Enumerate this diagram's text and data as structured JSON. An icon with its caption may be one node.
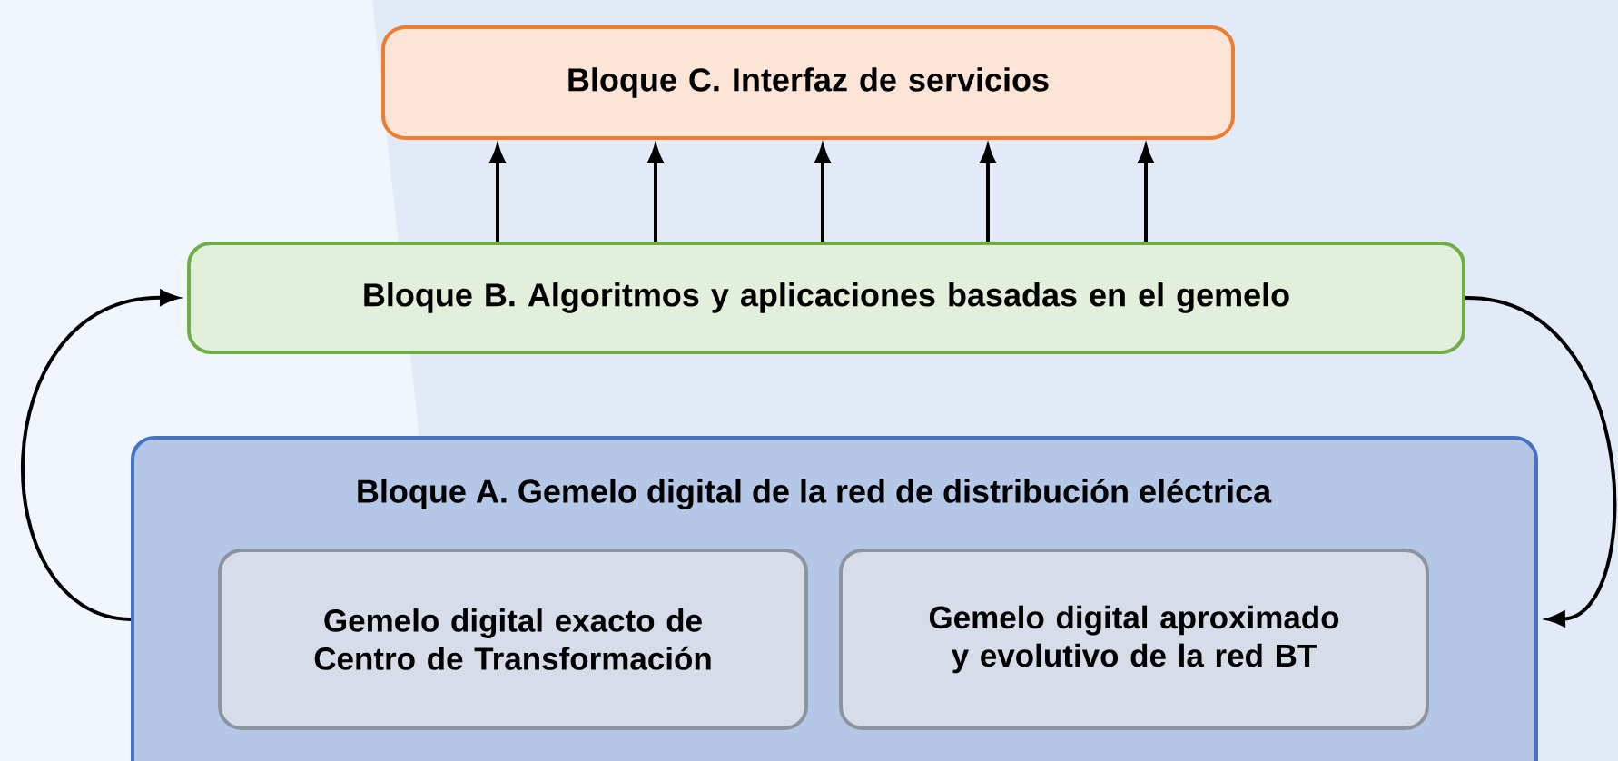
{
  "diagram": {
    "nodes": [
      {
        "text": [
          "Bloque C. Interfaz de servicios"
        ]
      },
      {
        "text": [
          "Bloque B. Algoritmos y aplicaciones basadas en el gemelo"
        ]
      },
      {
        "text": [
          "Bloque A. Gemelo digital de la red de distribución eléctrica"
        ]
      },
      {
        "text": [
          "Gemelo digital exacto de Centro de Transformación"
        ],
        "in": 2
      },
      {
        "text": [
          "Gemelo digital aproximado y evolutivo de la red BT"
        ],
        "in": 2
      }
    ],
    "edges": [
      {
        "from": 1,
        "to": 0,
        "arrow": "to"
      },
      {
        "from": 1,
        "to": 0,
        "arrow": "to"
      },
      {
        "from": 1,
        "to": 0,
        "arrow": "to"
      },
      {
        "from": 1,
        "to": 0,
        "arrow": "to"
      },
      {
        "from": 1,
        "to": 0,
        "arrow": "to"
      },
      {
        "from": 2,
        "to": 1,
        "arrow": "to"
      },
      {
        "from": 1,
        "to": 2,
        "arrow": "to"
      }
    ]
  }
}
